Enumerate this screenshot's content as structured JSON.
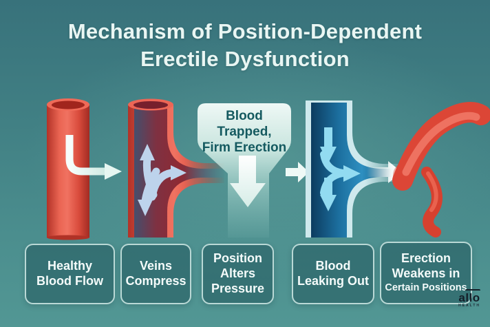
{
  "title": {
    "line1": "Mechanism of Position-Dependent",
    "line2": "Erectile Dysfunction"
  },
  "callout": {
    "text": "Blood Trapped,\nFirm Erection"
  },
  "stages": [
    {
      "label": "Healthy\nBlood Flow",
      "illustration": "healthy-artery-vessel"
    },
    {
      "label": "Veins\nCompress",
      "illustration": "compressed-vein-vessel"
    },
    {
      "label": "Position\nAlters\nPressure",
      "illustration": "pressure-callout-arrow"
    },
    {
      "label": "Blood\nLeaking Out",
      "illustration": "leaking-vein-vessel"
    },
    {
      "label": "Erection\nWeakens in",
      "sublabel": "Certain Positions",
      "illustration": "weakened-bent-vessel"
    }
  ],
  "brand": {
    "name_prefix": "a",
    "name_rest": "llo",
    "tagline": "HEALTH"
  },
  "colors": {
    "background_top": "#38727b",
    "background_bottom": "#529794",
    "title_text": "#e9f6f3",
    "artery_red": "#e2503f",
    "vein_blue": "#1c6f9f",
    "flow_arrow_light": "#e9f7f3",
    "compress_arrow_blue": "#bdd3ec",
    "leak_arrow_cyan": "#92dbf1",
    "callout_fill": "#e9f8f4",
    "callout_text": "#155a60",
    "box_fill": "#2f6b70",
    "box_border": "#d2ece8",
    "box_text": "#f4fbfa"
  }
}
